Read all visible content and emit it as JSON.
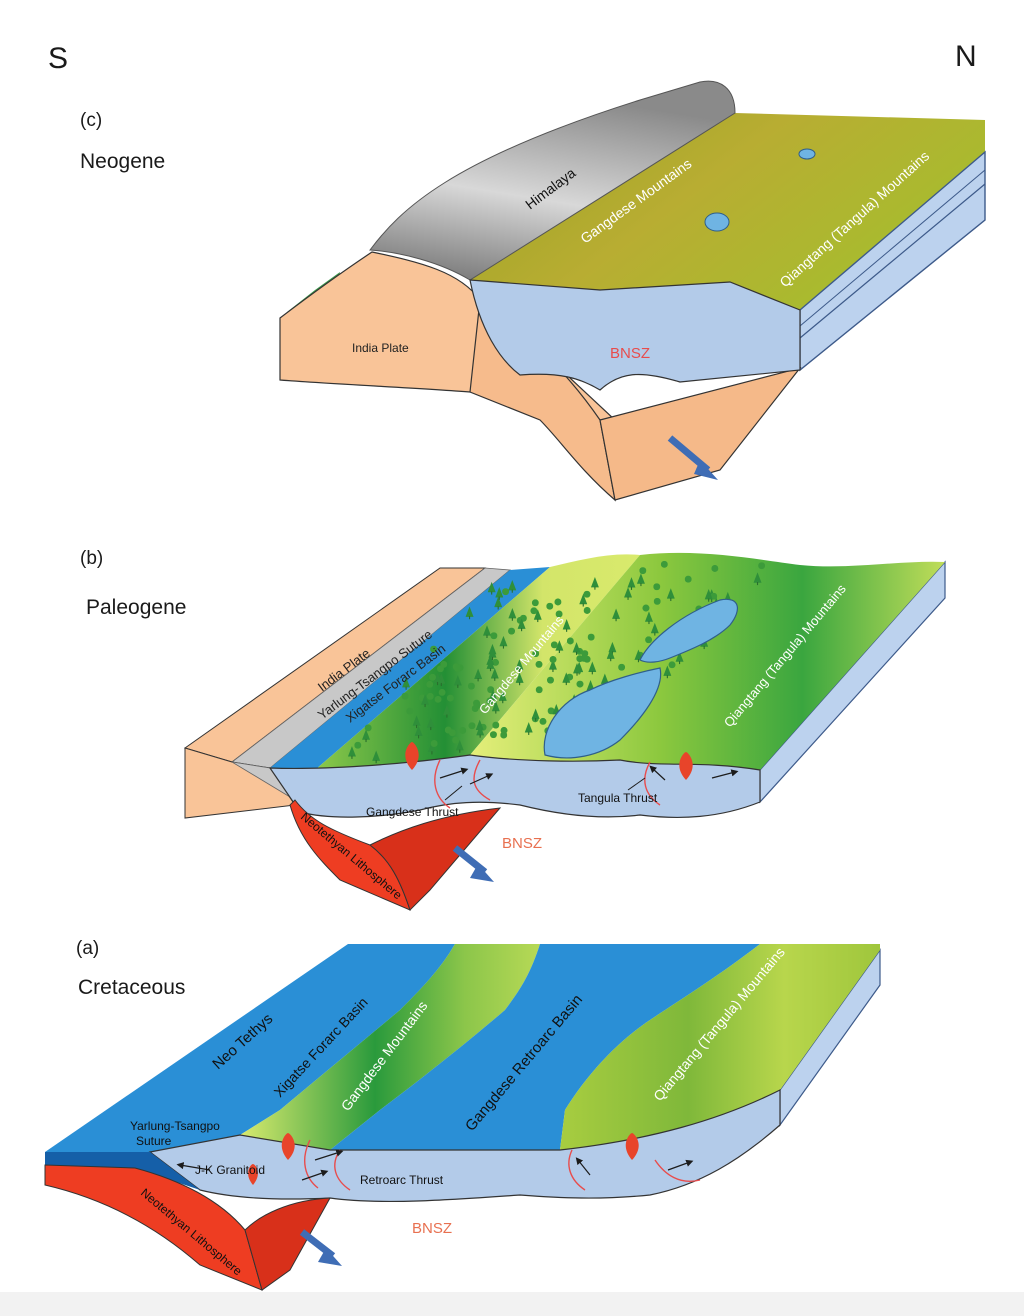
{
  "compass": {
    "south": "S",
    "north": "N"
  },
  "panels": [
    {
      "id": "c",
      "label": "(c)",
      "period": "Neogene",
      "features": {
        "himalaya": "Himalaya",
        "gangdese": "Gangdese Mountains",
        "qiangtang": "Qiangtang (Tangula) Mountains",
        "india_plate": "India Plate",
        "bnsz": "BNSZ"
      }
    },
    {
      "id": "b",
      "label": "(b)",
      "period": "Paleogene",
      "features": {
        "india_plate": "India Plate",
        "suture": "Yarlung-Tsangpo Suture",
        "forearc": "Xigatse Forarc Basin",
        "gangdese": "Gangdese Mountains",
        "qiangtang": "Qiangtang (Tangula) Mountains",
        "gangdese_thrust": "Gangdese Thrust",
        "tangula_thrust": "Tangula Thrust",
        "lithosphere": "Neotethyan Lithosphere",
        "bnsz": "BNSZ"
      }
    },
    {
      "id": "a",
      "label": "(a)",
      "period": "Cretaceous",
      "features": {
        "neo_tethys": "Neo Tethys",
        "forearc": "Xigatse Forarc Basin",
        "gangdese": "Gangdese Mountains",
        "retroarc_basin": "Gangdese Retroarc Basin",
        "qiangtang": "Qiangtang (Tangula) Mountains",
        "suture_line1": "Yarlung-Tsangpo",
        "suture_line2": "Suture",
        "granitoid": "J-K Granitoid",
        "retroarc_thrust": "Retroarc Thrust",
        "lithosphere": "Neotethyan Lithosphere",
        "bnsz": "BNSZ"
      }
    }
  ],
  "colors": {
    "india_plate": "#f9c498",
    "crust_blue": "#b3cbe9",
    "ocean_blue": "#2a8fd6",
    "lithosphere_red": "#ee3d22",
    "mountain_green": "#2b9a3b",
    "plateau_olive": "#a9a82a",
    "lime": "#a8c92a",
    "bnsz_red": "#e84c4c",
    "arrow_blue": "#3f6db5"
  }
}
